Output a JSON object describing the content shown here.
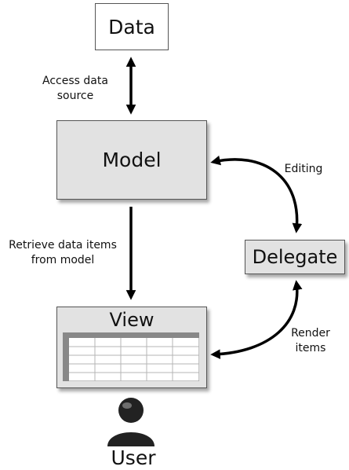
{
  "nodes": {
    "data": "Data",
    "model": "Model",
    "view": "View",
    "delegate": "Delegate",
    "user": "User"
  },
  "edges": {
    "data_model": "Access data source",
    "data_model_lines": [
      "Access data",
      "source"
    ],
    "model_view_lines": [
      "Retrieve data items",
      "from model"
    ],
    "model_delegate": "Editing",
    "view_delegate_lines": [
      "Render",
      "items"
    ]
  },
  "icons": {
    "table": "spreadsheet-table-icon",
    "user": "user-silhouette-icon"
  },
  "colors": {
    "box_fill": "#e2e2e2",
    "box_border": "#555555",
    "arrow": "#000000"
  }
}
